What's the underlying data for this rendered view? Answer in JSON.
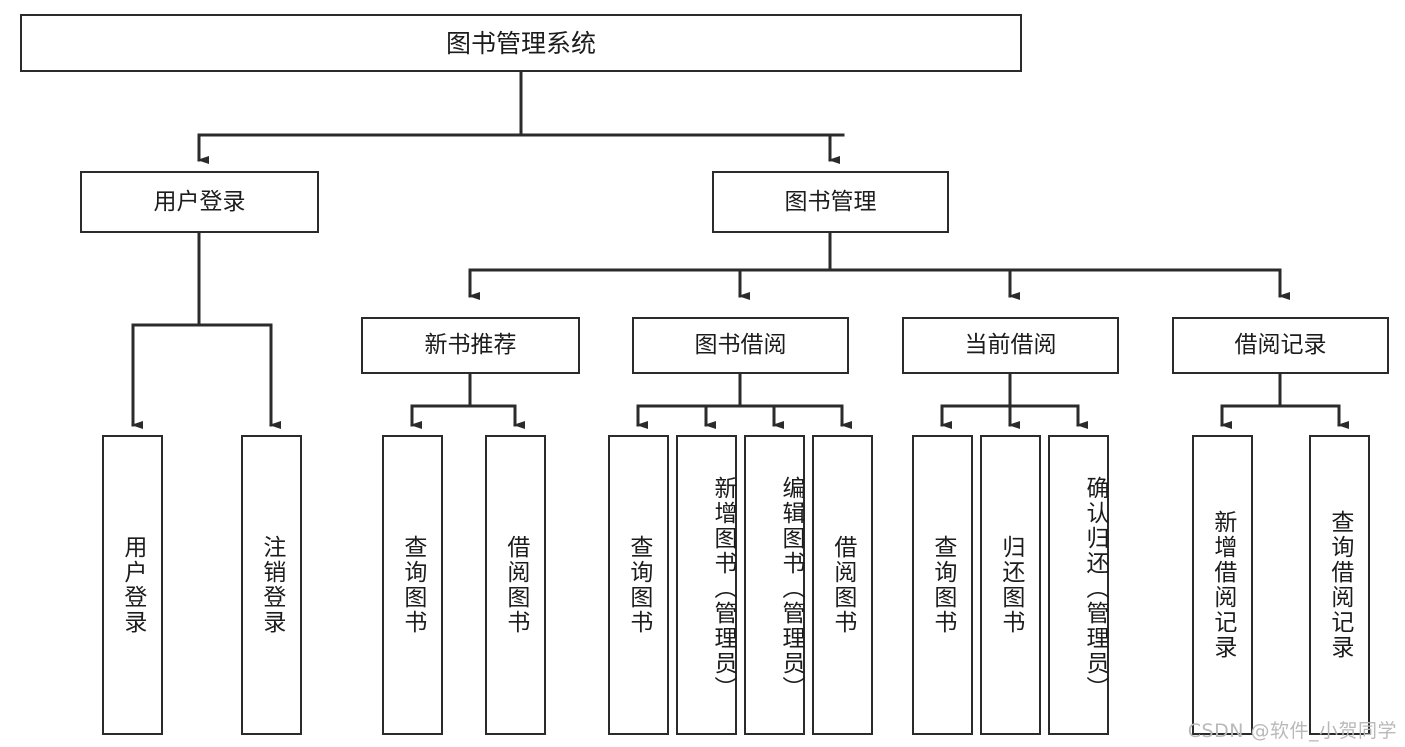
{
  "diagram": {
    "title": "图书管理系统",
    "type": "tree",
    "watermark": "CSDN @软件_小贺同学",
    "colors": {
      "stroke": "#2b2b2b",
      "fill": "#ffffff",
      "text": "#1c1c1c",
      "watermark": "#b9b9b9"
    },
    "nodes": {
      "root": {
        "label": "图书管理系统"
      },
      "level1": [
        {
          "id": "user-login",
          "label": "用户登录"
        },
        {
          "id": "book-manage",
          "label": "图书管理"
        }
      ],
      "level2": [
        {
          "id": "new-book-recommend",
          "label": "新书推荐"
        },
        {
          "id": "book-borrow",
          "label": "图书借阅"
        },
        {
          "id": "current-borrow",
          "label": "当前借阅"
        },
        {
          "id": "borrow-record",
          "label": "借阅记录"
        }
      ],
      "leaves": {
        "user-login": [
          {
            "id": "leaf-user-login",
            "label": "用户登录"
          },
          {
            "id": "leaf-logout",
            "label": "注销登录"
          }
        ],
        "new-book-recommend": [
          {
            "id": "leaf-query-book-1",
            "label": "查询图书"
          },
          {
            "id": "leaf-borrow-book-1",
            "label": "借阅图书"
          }
        ],
        "book-borrow": [
          {
            "id": "leaf-query-book-2",
            "label": "查询图书"
          },
          {
            "id": "leaf-add-book",
            "label": "新增图书（管理员）"
          },
          {
            "id": "leaf-edit-book",
            "label": "编辑图书（管理员）"
          },
          {
            "id": "leaf-borrow-book-2",
            "label": "借阅图书"
          }
        ],
        "current-borrow": [
          {
            "id": "leaf-query-book-3",
            "label": "查询图书"
          },
          {
            "id": "leaf-return-book",
            "label": "归还图书"
          },
          {
            "id": "leaf-confirm-return",
            "label": "确认归还（管理员）"
          }
        ],
        "borrow-record": [
          {
            "id": "leaf-add-record",
            "label": "新增借阅记录"
          },
          {
            "id": "leaf-query-record",
            "label": "查询借阅记录"
          }
        ]
      }
    }
  }
}
